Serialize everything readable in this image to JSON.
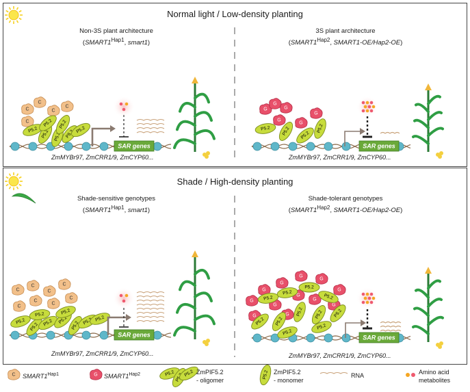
{
  "panels": [
    {
      "title": "Normal light / Low-density planting",
      "left": {
        "heading": "Non-3S plant architecture",
        "allele1": "SMART1",
        "sup1": "Hap1",
        "allele2": "smart1"
      },
      "right": {
        "heading": "3S plant architecture",
        "allele1": "SMART1",
        "sup1": "Hap2",
        "allele2": "SMART1-OE/Hap2-OE"
      },
      "genes": "ZmMYBr97, ZmCRR1/9, ZmCYP60..."
    },
    {
      "title": "Shade / High-density planting",
      "left": {
        "heading": "Shade-sensitive genotypes",
        "allele1": "SMART1",
        "sup1": "Hap1",
        "allele2": "smart1"
      },
      "right": {
        "heading": "Shade-tolerant genotypes",
        "allele1": "SMART1",
        "sup1": "Hap2",
        "allele2": "SMART1-OE/Hap2-OE"
      },
      "genes": "ZmMYBr97, ZmCRR1/9, ZmCYP60..."
    }
  ],
  "box_labels": {
    "sar": "SAR genes",
    "pif": "P5.2",
    "hap1_letter": "C",
    "hap2_letter": "G"
  },
  "legend": {
    "hap1": {
      "name": "SMART1",
      "sup": "Hap1"
    },
    "hap2": {
      "name": "SMART1",
      "sup": "Hap2"
    },
    "oligomer": {
      "line1": "ZmPIF5.2",
      "line2": "- oligomer"
    },
    "monomer": {
      "line1": "ZmPIF5.2",
      "line2": "- monomer"
    },
    "rna": "RNA",
    "amino": {
      "line1": "Amino acid",
      "line2": "metabolites"
    }
  },
  "colors": {
    "hap1_fill": "#f2c08a",
    "hap2_fill": "#e8506a",
    "pif_fill": "#c7dc3c",
    "sar_fill": "#6aa93a",
    "rna": "#c9a27a",
    "metabolite_orange": "#f5a623",
    "metabolite_red": "#ef5a6f",
    "plant": "#2f9e44",
    "corn": "#f4d03f"
  }
}
